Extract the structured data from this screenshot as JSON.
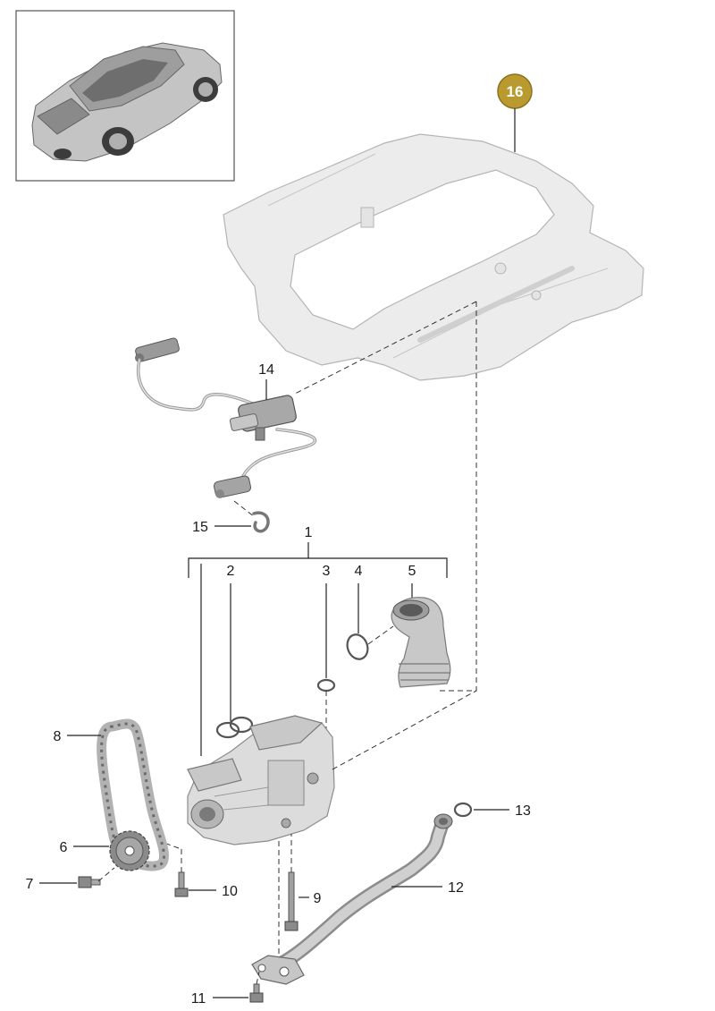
{
  "badge": {
    "number": "16",
    "color": "#b89a2e"
  },
  "callouts": [
    {
      "id": "1",
      "label": "1"
    },
    {
      "id": "2",
      "label": "2"
    },
    {
      "id": "3",
      "label": "3"
    },
    {
      "id": "4",
      "label": "4"
    },
    {
      "id": "5",
      "label": "5"
    },
    {
      "id": "6",
      "label": "6"
    },
    {
      "id": "7",
      "label": "7"
    },
    {
      "id": "8",
      "label": "8"
    },
    {
      "id": "9",
      "label": "9"
    },
    {
      "id": "10",
      "label": "10"
    },
    {
      "id": "11",
      "label": "11"
    },
    {
      "id": "12",
      "label": "12"
    },
    {
      "id": "13",
      "label": "13"
    },
    {
      "id": "14",
      "label": "14"
    },
    {
      "id": "15",
      "label": "15"
    }
  ],
  "icons": {
    "thumbnail": "car-coupe-icon",
    "sump": "oil-sump-housing-icon",
    "pump": "oil-pump-icon",
    "chain": "drive-chain-icon",
    "sprocket": "sprocket-icon",
    "sensor": "oil-level-sensor-icon",
    "pipe": "oil-pipe-icon",
    "elbow": "intake-elbow-icon"
  }
}
